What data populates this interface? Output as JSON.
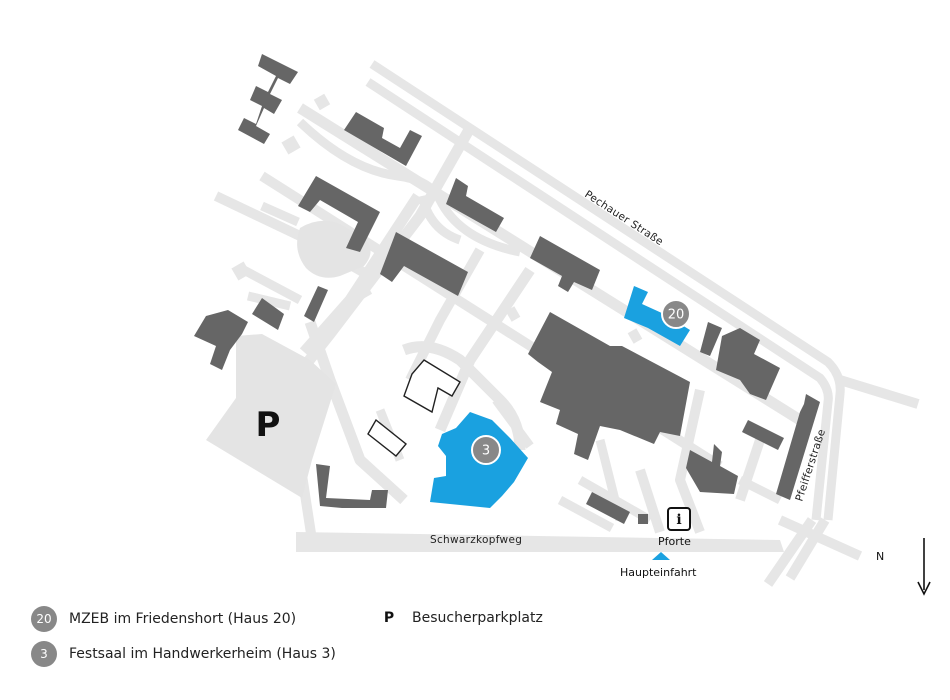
{
  "map": {
    "streets": {
      "pechauer": "Pechauer Straße",
      "pfeiffer": "Pfeifferstraße",
      "schwarzkopf": "Schwarzkopfweg"
    },
    "labels": {
      "pforte": "Pforte",
      "haupteinfahrt": "Haupteinfahrt",
      "north": "N",
      "parking": "P",
      "info": "i"
    },
    "markers": {
      "haus20": "20",
      "haus3": "3"
    },
    "colors": {
      "highlight": "#1aa1e0",
      "building": "#666666",
      "road": "#e6e6e6",
      "badge": "#888888"
    }
  },
  "legend": {
    "haus20": {
      "badge": "20",
      "label": "MZEB im Friedenshort (Haus 20)"
    },
    "haus3": {
      "badge": "3",
      "label": "Festsaal im Handwerkerheim (Haus 3)"
    },
    "parking": {
      "symbol": "P",
      "label": "Besucherparkplatz"
    }
  }
}
